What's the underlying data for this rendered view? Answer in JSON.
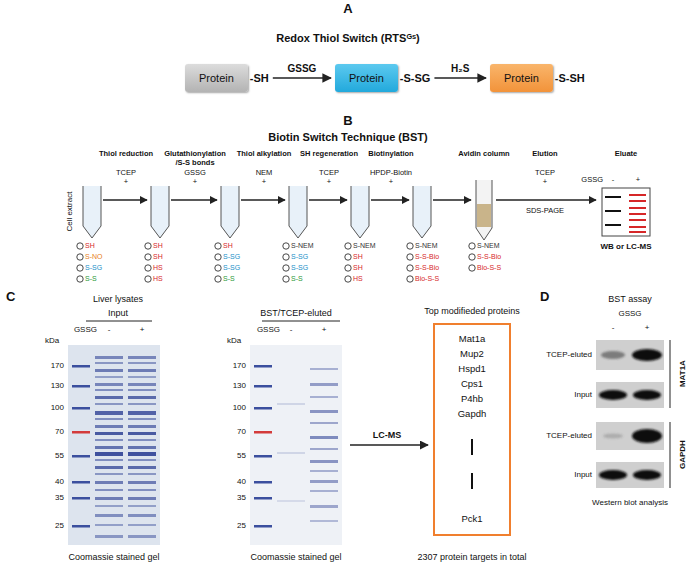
{
  "diagram": {
    "nodes": [
      {
        "text": [
          "Protein",
          "-SH"
        ]
      },
      {
        "text": [
          "Protein",
          "-S-SG"
        ]
      },
      {
        "text": [
          "Protein",
          "-S-SH"
        ]
      },
      {
        "text": [
          "Top modifieded proteins",
          "Mat1a",
          "Mup2",
          "Hspd1",
          "Cps1",
          "P4hb",
          "Gapdh",
          "Pck1"
        ]
      }
    ],
    "edges": [
      {
        "from": 0,
        "to": 1,
        "label": "GSSG",
        "arrow": "to"
      },
      {
        "from": 1,
        "to": 2,
        "label": "H₂S",
        "arrow": "to"
      }
    ],
    "labels": [
      "A",
      "Redox Thiol Switch (RTSᴳˢ)",
      "B",
      "Biotin Switch Technique (BST)",
      "Cell extract",
      "Thiol reduction",
      "TCEP",
      "+",
      "Glutathionylation /S-S bonds",
      "GSSG",
      "+",
      "Thiol alkylation",
      "NEM",
      "+",
      "SH regeneration",
      "TCEP",
      "+",
      "Biotinylation",
      "HPDP-Biotin",
      "+",
      "Avidin column",
      "Elution",
      "TCEP",
      "+",
      "Eluate",
      "GSSG",
      "-",
      "+",
      "SDS-PAGE",
      "WB or LC-MS",
      "SH",
      "S-NO",
      "S-SG",
      "S-S",
      "SH",
      "SH",
      "HS",
      "HS",
      "SH",
      "S-SG",
      "S-SG",
      "S-S",
      "S-NEM",
      "S-SG",
      "S-SG",
      "S-S",
      "S-NEM",
      "SH",
      "SH",
      "HS",
      "S-NEM",
      "S-S-Bio",
      "S-S-Bio",
      "Bio-S-S",
      "S-NEM",
      "S-S-Bio",
      "Bio-S-S",
      "C",
      "Liver lysates",
      "Input",
      "GSSG",
      "-",
      "+",
      "kDa",
      "170",
      "130",
      "100",
      "70",
      "55",
      "40",
      "35",
      "25",
      "Coomassie stained gel",
      "BST/TCEP-eluted",
      "GSSG",
      "-",
      "+",
      "kDa",
      "170",
      "130",
      "100",
      "70",
      "55",
      "40",
      "35",
      "25",
      "Coomassie stained gel",
      "LC-MS",
      "2307 protein targets in total",
      "D",
      "BST assay",
      "GSSG",
      "-",
      "+",
      "TCEP-eluted",
      "Input",
      "TCEP-eluted",
      "Input",
      "MAT1A",
      "GAPDH",
      "Western blot analysis"
    ]
  }
}
